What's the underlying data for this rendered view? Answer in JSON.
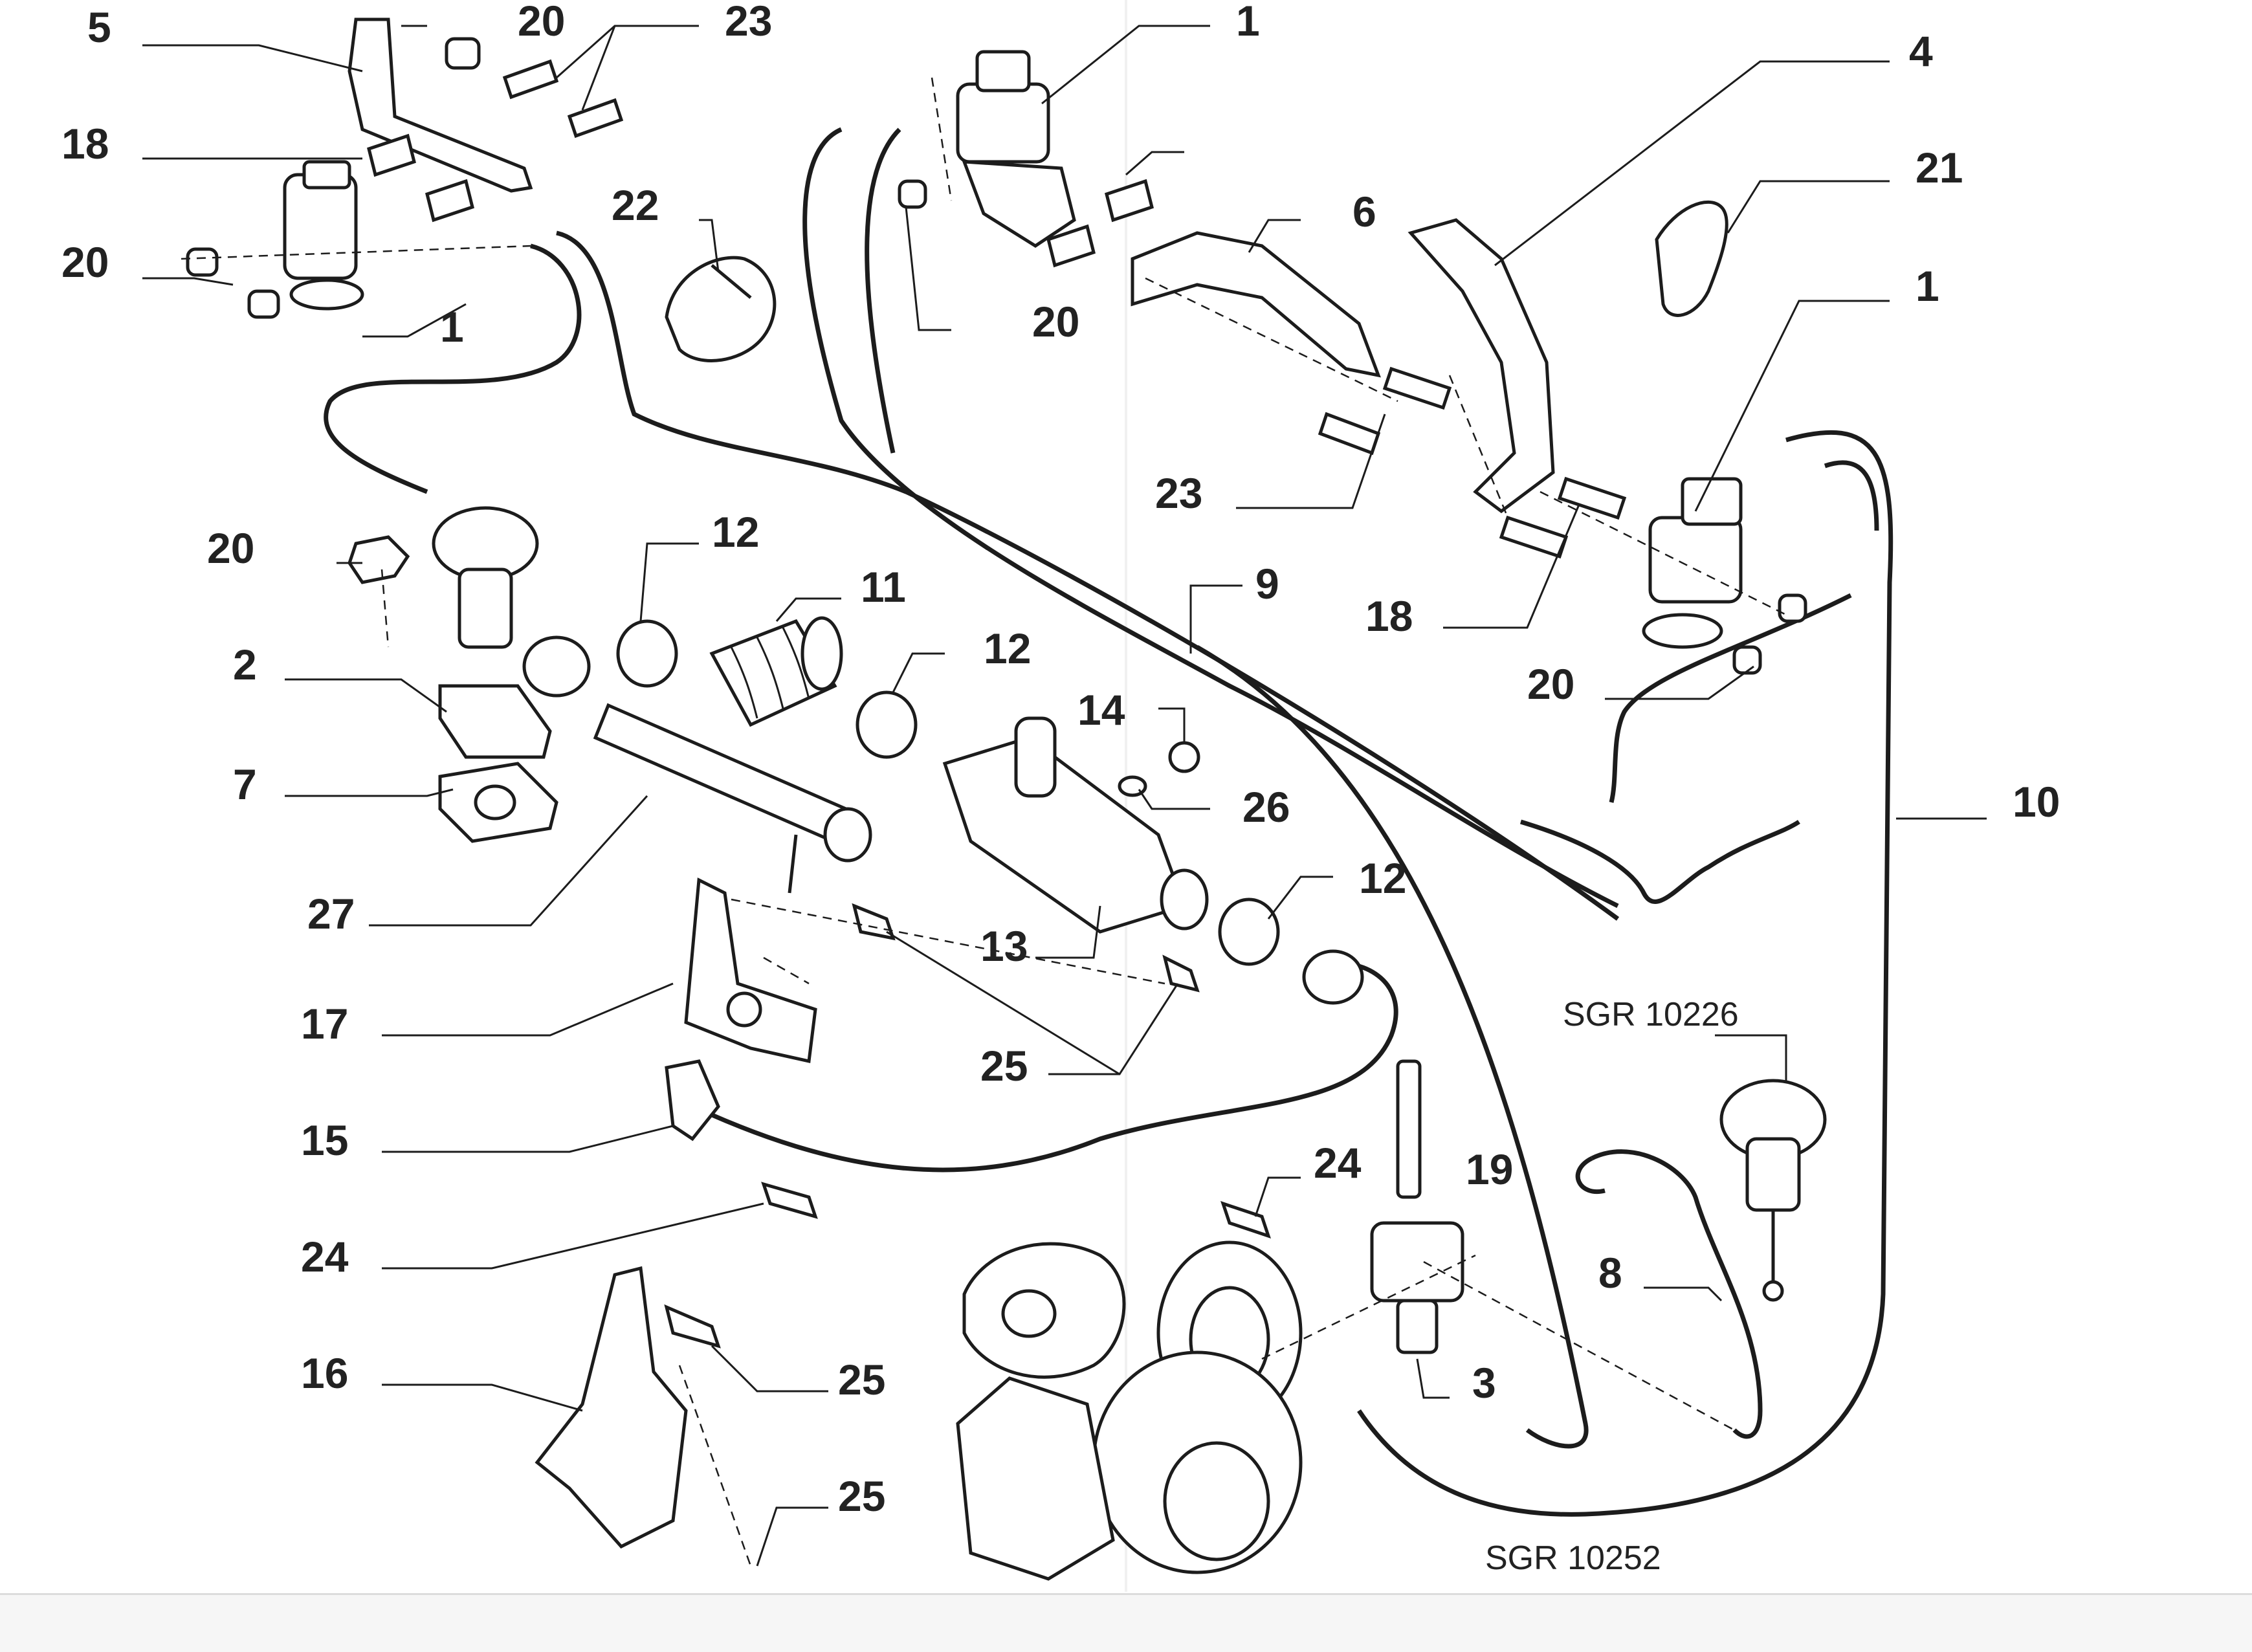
{
  "diagram": {
    "callouts": [
      "5",
      "20",
      "23",
      "1",
      "4",
      "18",
      "22",
      "6",
      "21",
      "20",
      "1",
      "20",
      "1",
      "23",
      "12",
      "11",
      "20",
      "9",
      "2",
      "12",
      "18",
      "14",
      "20",
      "10",
      "7",
      "26",
      "27",
      "12",
      "13",
      "17",
      "25",
      "15",
      "24",
      "19",
      "24",
      "8",
      "16",
      "25",
      "3",
      "25"
    ],
    "part_refs": [
      "SGR 10226",
      "SGR 10252"
    ]
  }
}
